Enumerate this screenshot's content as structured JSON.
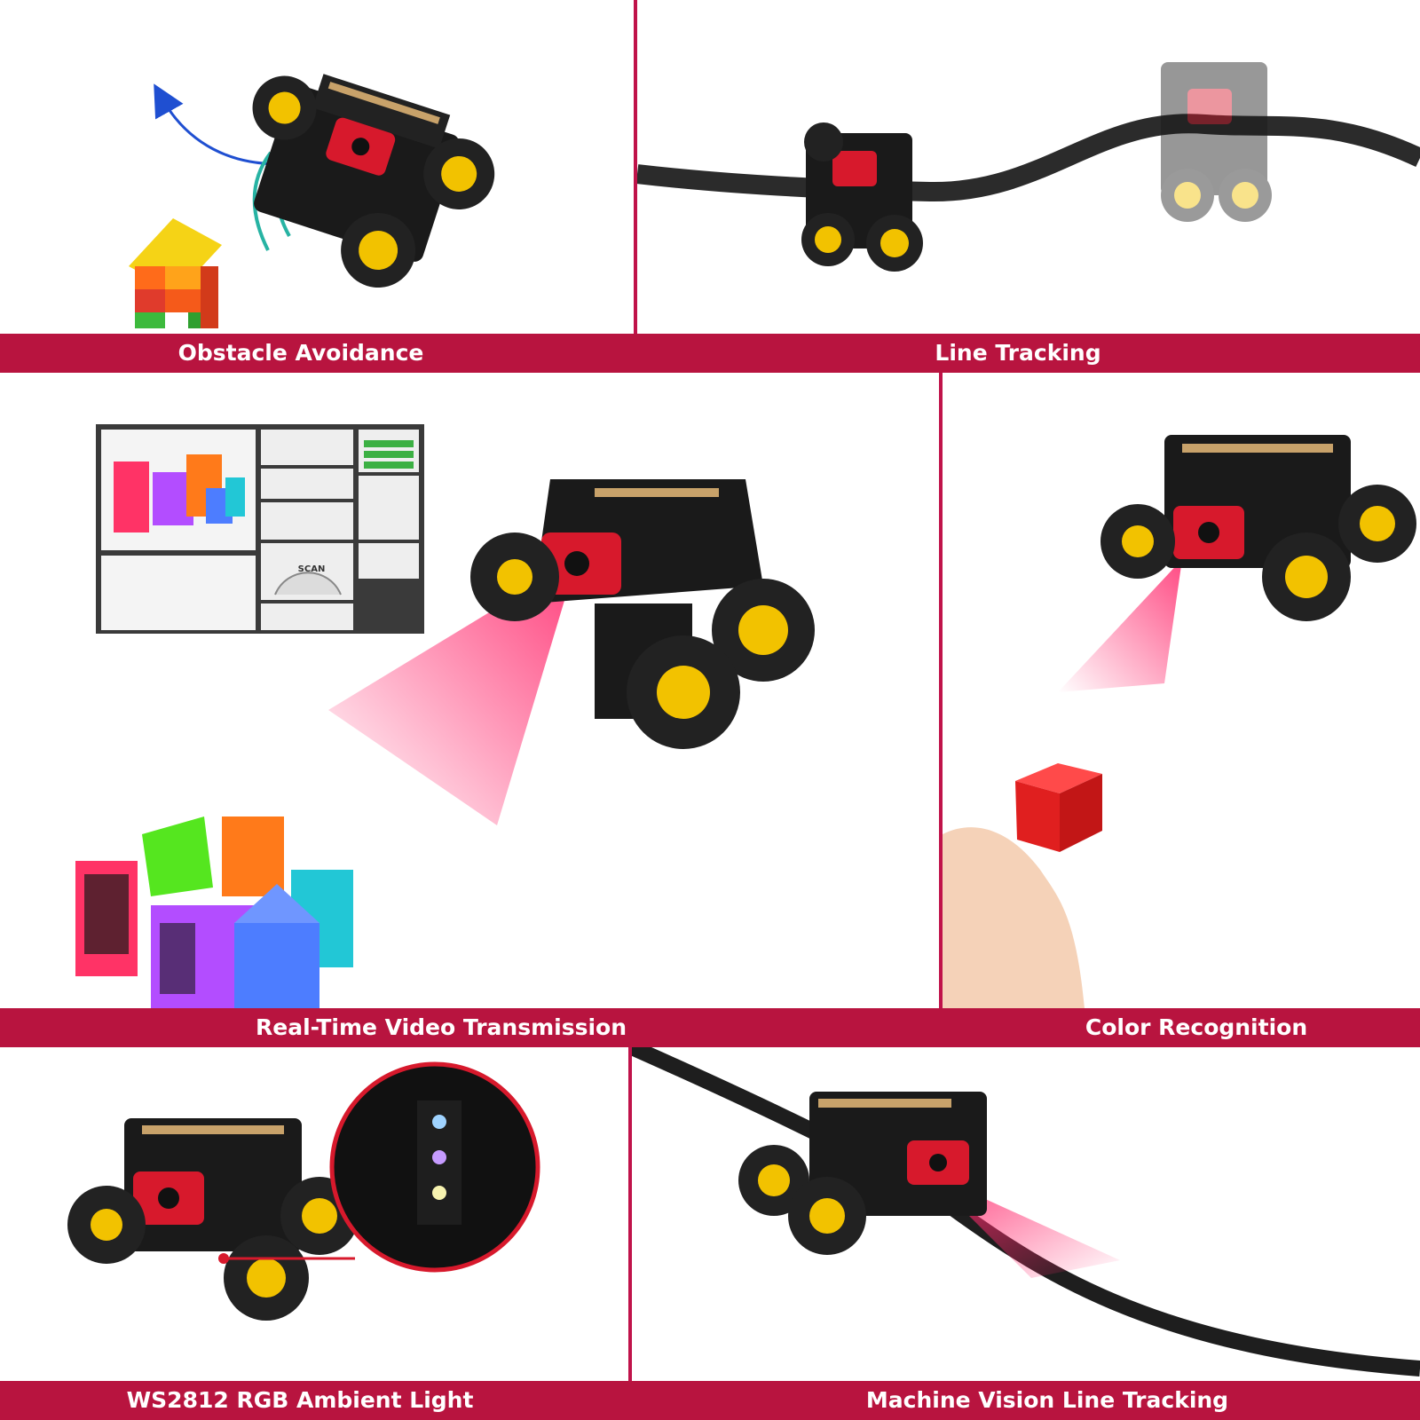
{
  "colors": {
    "band": "#b8143f",
    "divider": "#c0134a",
    "label_text": "#ffffff",
    "car_body": "#1a1a1a",
    "car_accent": "#d7192c",
    "wheel_hub": "#f2c200",
    "beam": "#ff2a6d"
  },
  "features": [
    {
      "label": "Obstacle Avoidance"
    },
    {
      "label": "Line Tracking"
    },
    {
      "label": "Real-Time Video Transmission"
    },
    {
      "label": "Color Recognition"
    },
    {
      "label": "WS2812 RGB Ambient Light"
    },
    {
      "label": "Machine Vision Line Tracking"
    }
  ],
  "web_ui": {
    "scan_label": "SCAN"
  }
}
